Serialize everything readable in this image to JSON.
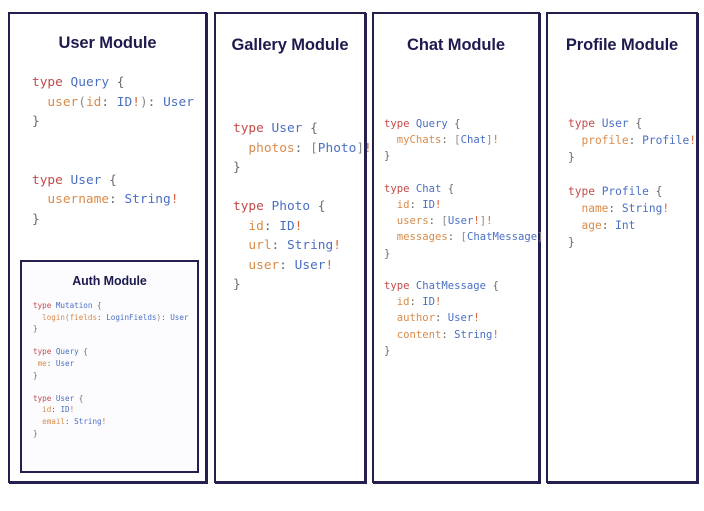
{
  "colors": {
    "border": "#232050",
    "title": "#1d1b4e",
    "keyword": "#c44a4a",
    "type_name": "#4a6fc4",
    "field_name": "#d98b4a",
    "punctuation": "#6b6b6b",
    "bang": "#d9623a",
    "background": "#ffffff"
  },
  "panels": {
    "user": {
      "title": "User Module",
      "code_lines": [
        [
          {
            "t": "type ",
            "c": "kw"
          },
          {
            "t": "Query",
            "c": "tn"
          },
          {
            "t": " {",
            "c": "pn"
          }
        ],
        [
          {
            "t": "  user",
            "c": "fd"
          },
          {
            "t": "(",
            "c": "brk"
          },
          {
            "t": "id",
            "c": "fd"
          },
          {
            "t": ": ",
            "c": "pn"
          },
          {
            "t": "ID",
            "c": "tn"
          },
          {
            "t": "!",
            "c": "bang"
          },
          {
            "t": ")",
            "c": "brk"
          },
          {
            "t": ": ",
            "c": "pn"
          },
          {
            "t": "User",
            "c": "tn"
          }
        ],
        [
          {
            "t": "}",
            "c": "pn"
          }
        ],
        [
          {
            "t": "",
            "c": "pn"
          }
        ],
        [
          {
            "t": "",
            "c": "pn"
          }
        ],
        [
          {
            "t": "type ",
            "c": "kw"
          },
          {
            "t": "User",
            "c": "tn"
          },
          {
            "t": " {",
            "c": "pn"
          }
        ],
        [
          {
            "t": "  username",
            "c": "fd"
          },
          {
            "t": ": ",
            "c": "pn"
          },
          {
            "t": "String",
            "c": "tn"
          },
          {
            "t": "!",
            "c": "bang"
          }
        ],
        [
          {
            "t": "}",
            "c": "pn"
          }
        ]
      ]
    },
    "auth": {
      "title": "Auth Module",
      "code_lines": [
        [
          {
            "t": "type ",
            "c": "kw"
          },
          {
            "t": "Mutation",
            "c": "tn"
          },
          {
            "t": " {",
            "c": "pn"
          }
        ],
        [
          {
            "t": "  login",
            "c": "fd"
          },
          {
            "t": "(",
            "c": "brk"
          },
          {
            "t": "fields",
            "c": "fd"
          },
          {
            "t": ": ",
            "c": "pn"
          },
          {
            "t": "LoginFields",
            "c": "tn"
          },
          {
            "t": ")",
            "c": "brk"
          },
          {
            "t": ": ",
            "c": "pn"
          },
          {
            "t": "User",
            "c": "tn"
          }
        ],
        [
          {
            "t": "}",
            "c": "pn"
          }
        ],
        [
          {
            "t": "",
            "c": "pn"
          }
        ],
        [
          {
            "t": "type ",
            "c": "kw"
          },
          {
            "t": "Query",
            "c": "tn"
          },
          {
            "t": " {",
            "c": "pn"
          }
        ],
        [
          {
            "t": " me",
            "c": "fd"
          },
          {
            "t": ": ",
            "c": "pn"
          },
          {
            "t": "User",
            "c": "tn"
          }
        ],
        [
          {
            "t": "}",
            "c": "pn"
          }
        ],
        [
          {
            "t": "",
            "c": "pn"
          }
        ],
        [
          {
            "t": "type ",
            "c": "kw"
          },
          {
            "t": "User",
            "c": "tn"
          },
          {
            "t": " {",
            "c": "pn"
          }
        ],
        [
          {
            "t": "  id",
            "c": "fd"
          },
          {
            "t": ": ",
            "c": "pn"
          },
          {
            "t": "ID",
            "c": "tn"
          },
          {
            "t": "!",
            "c": "bang"
          }
        ],
        [
          {
            "t": "  email",
            "c": "fd"
          },
          {
            "t": ": ",
            "c": "pn"
          },
          {
            "t": "String",
            "c": "tn"
          },
          {
            "t": "!",
            "c": "bang"
          }
        ],
        [
          {
            "t": "}",
            "c": "pn"
          }
        ]
      ]
    },
    "gallery": {
      "title": "Gallery Module",
      "code_lines": [
        [
          {
            "t": "type ",
            "c": "kw"
          },
          {
            "t": "User",
            "c": "tn"
          },
          {
            "t": " {",
            "c": "pn"
          }
        ],
        [
          {
            "t": "  photos",
            "c": "fd"
          },
          {
            "t": ": ",
            "c": "pn"
          },
          {
            "t": "[",
            "c": "brk"
          },
          {
            "t": "Photo",
            "c": "tn"
          },
          {
            "t": "]",
            "c": "brk"
          },
          {
            "t": "!",
            "c": "bang"
          }
        ],
        [
          {
            "t": "}",
            "c": "pn"
          }
        ],
        [
          {
            "t": "",
            "c": "pn"
          }
        ],
        [
          {
            "t": "type ",
            "c": "kw"
          },
          {
            "t": "Photo",
            "c": "tn"
          },
          {
            "t": " {",
            "c": "pn"
          }
        ],
        [
          {
            "t": "  id",
            "c": "fd"
          },
          {
            "t": ": ",
            "c": "pn"
          },
          {
            "t": "ID",
            "c": "tn"
          },
          {
            "t": "!",
            "c": "bang"
          }
        ],
        [
          {
            "t": "  url",
            "c": "fd"
          },
          {
            "t": ": ",
            "c": "pn"
          },
          {
            "t": "String",
            "c": "tn"
          },
          {
            "t": "!",
            "c": "bang"
          }
        ],
        [
          {
            "t": "  user",
            "c": "fd"
          },
          {
            "t": ": ",
            "c": "pn"
          },
          {
            "t": "User",
            "c": "tn"
          },
          {
            "t": "!",
            "c": "bang"
          }
        ],
        [
          {
            "t": "}",
            "c": "pn"
          }
        ]
      ]
    },
    "chat": {
      "title": "Chat Module",
      "code_lines": [
        [
          {
            "t": "type ",
            "c": "kw"
          },
          {
            "t": "Query",
            "c": "tn"
          },
          {
            "t": " {",
            "c": "pn"
          }
        ],
        [
          {
            "t": "  myChats",
            "c": "fd"
          },
          {
            "t": ": ",
            "c": "pn"
          },
          {
            "t": "[",
            "c": "brk"
          },
          {
            "t": "Chat",
            "c": "tn"
          },
          {
            "t": "]",
            "c": "brk"
          },
          {
            "t": "!",
            "c": "bang"
          }
        ],
        [
          {
            "t": "}",
            "c": "pn"
          }
        ],
        [
          {
            "t": "",
            "c": "pn"
          }
        ],
        [
          {
            "t": "type ",
            "c": "kw"
          },
          {
            "t": "Chat",
            "c": "tn"
          },
          {
            "t": " {",
            "c": "pn"
          }
        ],
        [
          {
            "t": "  id",
            "c": "fd"
          },
          {
            "t": ": ",
            "c": "pn"
          },
          {
            "t": "ID",
            "c": "tn"
          },
          {
            "t": "!",
            "c": "bang"
          }
        ],
        [
          {
            "t": "  users",
            "c": "fd"
          },
          {
            "t": ": ",
            "c": "pn"
          },
          {
            "t": "[",
            "c": "brk"
          },
          {
            "t": "User",
            "c": "tn"
          },
          {
            "t": "!",
            "c": "bang"
          },
          {
            "t": "]",
            "c": "brk"
          },
          {
            "t": "!",
            "c": "bang"
          }
        ],
        [
          {
            "t": "  messages",
            "c": "fd"
          },
          {
            "t": ": ",
            "c": "pn"
          },
          {
            "t": "[",
            "c": "brk"
          },
          {
            "t": "ChatMessage",
            "c": "tn"
          },
          {
            "t": "]",
            "c": "brk"
          },
          {
            "t": "!",
            "c": "bang"
          }
        ],
        [
          {
            "t": "}",
            "c": "pn"
          }
        ],
        [
          {
            "t": "",
            "c": "pn"
          }
        ],
        [
          {
            "t": "type ",
            "c": "kw"
          },
          {
            "t": "ChatMessage",
            "c": "tn"
          },
          {
            "t": " {",
            "c": "pn"
          }
        ],
        [
          {
            "t": "  id",
            "c": "fd"
          },
          {
            "t": ": ",
            "c": "pn"
          },
          {
            "t": "ID",
            "c": "tn"
          },
          {
            "t": "!",
            "c": "bang"
          }
        ],
        [
          {
            "t": "  author",
            "c": "fd"
          },
          {
            "t": ": ",
            "c": "pn"
          },
          {
            "t": "User",
            "c": "tn"
          },
          {
            "t": "!",
            "c": "bang"
          }
        ],
        [
          {
            "t": "  content",
            "c": "fd"
          },
          {
            "t": ": ",
            "c": "pn"
          },
          {
            "t": "String",
            "c": "tn"
          },
          {
            "t": "!",
            "c": "bang"
          }
        ],
        [
          {
            "t": "}",
            "c": "pn"
          }
        ]
      ]
    },
    "profile": {
      "title": "Profile Module",
      "code_lines": [
        [
          {
            "t": "type ",
            "c": "kw"
          },
          {
            "t": "User",
            "c": "tn"
          },
          {
            "t": " {",
            "c": "pn"
          }
        ],
        [
          {
            "t": "  profile",
            "c": "fd"
          },
          {
            "t": ": ",
            "c": "pn"
          },
          {
            "t": "Profile",
            "c": "tn"
          },
          {
            "t": "!",
            "c": "bang"
          }
        ],
        [
          {
            "t": "}",
            "c": "pn"
          }
        ],
        [
          {
            "t": "",
            "c": "pn"
          }
        ],
        [
          {
            "t": "type ",
            "c": "kw"
          },
          {
            "t": "Profile",
            "c": "tn"
          },
          {
            "t": " {",
            "c": "pn"
          }
        ],
        [
          {
            "t": "  name",
            "c": "fd"
          },
          {
            "t": ": ",
            "c": "pn"
          },
          {
            "t": "String",
            "c": "tn"
          },
          {
            "t": "!",
            "c": "bang"
          }
        ],
        [
          {
            "t": "  age",
            "c": "fd"
          },
          {
            "t": ": ",
            "c": "pn"
          },
          {
            "t": "Int",
            "c": "tn"
          }
        ],
        [
          {
            "t": "}",
            "c": "pn"
          }
        ]
      ]
    }
  }
}
